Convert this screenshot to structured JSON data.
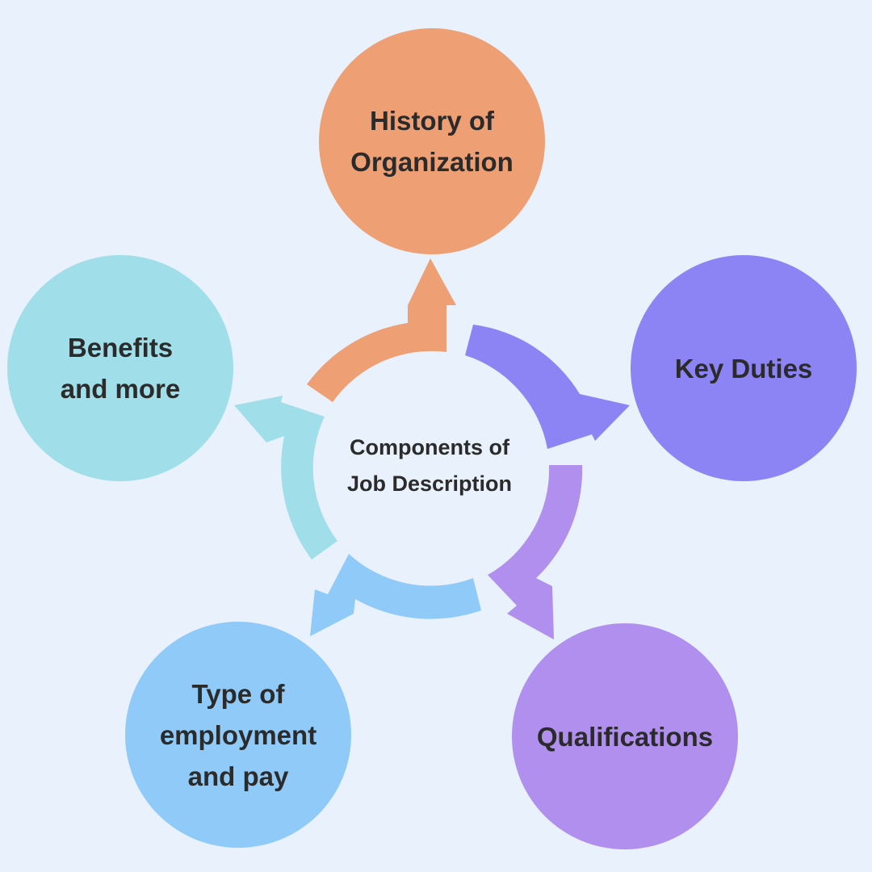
{
  "center": {
    "label": "Components of\nJob Description"
  },
  "colors": {
    "background": "#E8F1FC",
    "history": "#EEA074",
    "duties": "#8C84F5",
    "qualifications": "#B08FEF",
    "type": "#8FCAF8",
    "benefits": "#A0DFE9"
  },
  "nodes": [
    {
      "id": "history",
      "label": "History of\nOrganization"
    },
    {
      "id": "duties",
      "label": "Key Duties"
    },
    {
      "id": "qualifications",
      "label": "Qualifications"
    },
    {
      "id": "type",
      "label": "Type of\nemployment\nand pay"
    },
    {
      "id": "benefits",
      "label": "Benefits\nand more"
    }
  ]
}
